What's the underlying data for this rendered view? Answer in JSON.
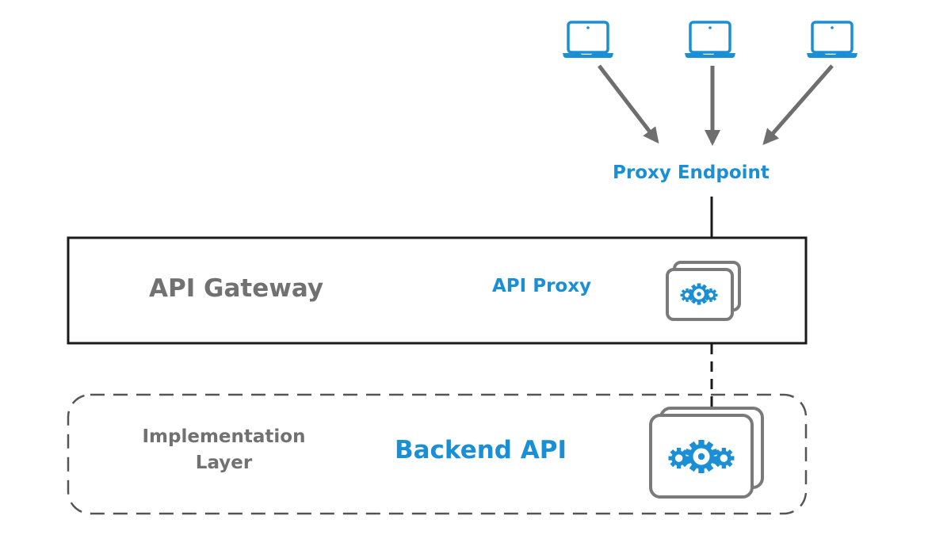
{
  "diagram": {
    "title": "API Gateway architecture",
    "clients": [
      {
        "name": "client-laptop-1",
        "icon": "laptop-icon"
      },
      {
        "name": "client-laptop-2",
        "icon": "laptop-icon"
      },
      {
        "name": "client-laptop-3",
        "icon": "laptop-icon"
      }
    ],
    "proxy_endpoint_label": "Proxy Endpoint",
    "gateway": {
      "title": "API Gateway",
      "proxy_label": "API Proxy",
      "proxy_icon": "gears-stack-icon"
    },
    "implementation": {
      "title": "Implementation Layer",
      "backend_label": "Backend API",
      "backend_icon": "gears-stack-icon"
    },
    "edges": [
      {
        "from": "client-laptop-1",
        "to": "proxy-endpoint",
        "style": "arrow"
      },
      {
        "from": "client-laptop-2",
        "to": "proxy-endpoint",
        "style": "arrow"
      },
      {
        "from": "client-laptop-3",
        "to": "proxy-endpoint",
        "style": "arrow"
      },
      {
        "from": "proxy-endpoint",
        "to": "api-proxy",
        "style": "solid"
      },
      {
        "from": "api-proxy",
        "to": "backend-api",
        "style": "dashed"
      }
    ],
    "colors": {
      "accent_blue": "#1a8fd6",
      "text_gray": "#717171",
      "arrow_gray": "#6e6e6e",
      "line_black": "#1a1a1a",
      "dashed_gray": "#555555"
    }
  }
}
